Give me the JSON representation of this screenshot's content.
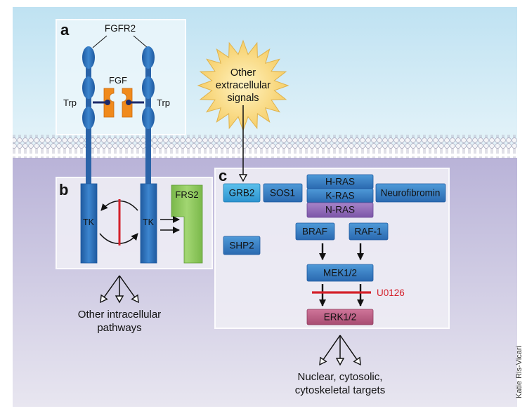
{
  "panels": {
    "a": "a",
    "b": "b",
    "c": "c"
  },
  "panel_a": {
    "receptor": "FGFR2",
    "ligand": "FGF",
    "trp_left": "Trp",
    "trp_right": "Trp"
  },
  "extracellular": {
    "line1": "Other",
    "line2": "extracellular",
    "line3": "signals"
  },
  "panel_b": {
    "tk_left": "TK",
    "tk_right": "TK",
    "frs2": "FRS2",
    "pathways_line1": "Other intracellular",
    "pathways_line2": "pathways"
  },
  "panel_c": {
    "grb2": "GRB2",
    "sos1": "SOS1",
    "hras": "H-RAS",
    "kras": "K-RAS",
    "nras": "N-RAS",
    "neurofibromin": "Neurofibromin",
    "shp2": "SHP2",
    "braf": "BRAF",
    "raf1": "RAF-1",
    "mek": "MEK1/2",
    "inhibitor": "U0126",
    "erk": "ERK1/2",
    "targets_line1": "Nuclear, cytosolic,",
    "targets_line2": "cytoskeletal targets"
  },
  "credit": "Katie Ris-Vicari",
  "colors": {
    "sky": "#cfe9f5",
    "cytoplasm": "#c9c3de",
    "receptor_blue": "#2e6fb5",
    "ligand_orange": "#f08a1c",
    "frs2_green": "#8cc65a",
    "nras_purple": "#8b63b3",
    "erk_pink": "#b5577e",
    "inhibitor_red": "#d4202a",
    "sun_yellow": "#fbe08a"
  }
}
